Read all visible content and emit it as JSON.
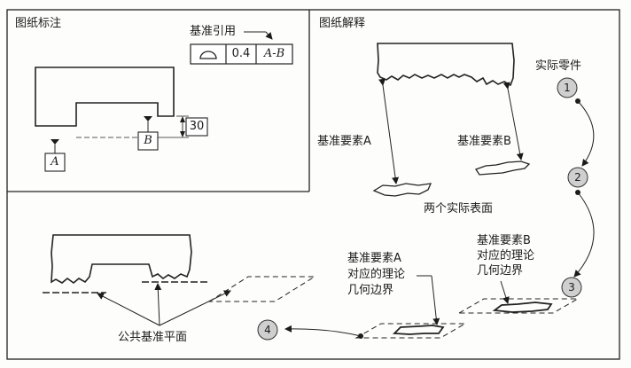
{
  "panels": {
    "drawing_callout_title": "图纸标注",
    "drawing_explanation_title": "图纸解释"
  },
  "callout": {
    "datum_reference_label": "基准引用",
    "fcf_tolerance": "0.4",
    "fcf_datums": "A-B",
    "datum_a": "A",
    "datum_b": "B",
    "dimension": "30"
  },
  "explanation": {
    "actual_part": "实际零件",
    "datum_feature_a": "基准要素A",
    "datum_feature_b": "基准要素B",
    "two_actual_surfaces": "两个实际表面",
    "a_label_line1": "基准要素A",
    "a_label_line2": "对应的理论",
    "a_label_line3": "几何边界",
    "b_label_line1": "基准要素B",
    "b_label_line2": "对应的理论",
    "b_label_line3": "几何边界",
    "common_datum_plane": "公共基准平面",
    "steps": [
      "1",
      "2",
      "3",
      "4"
    ]
  }
}
